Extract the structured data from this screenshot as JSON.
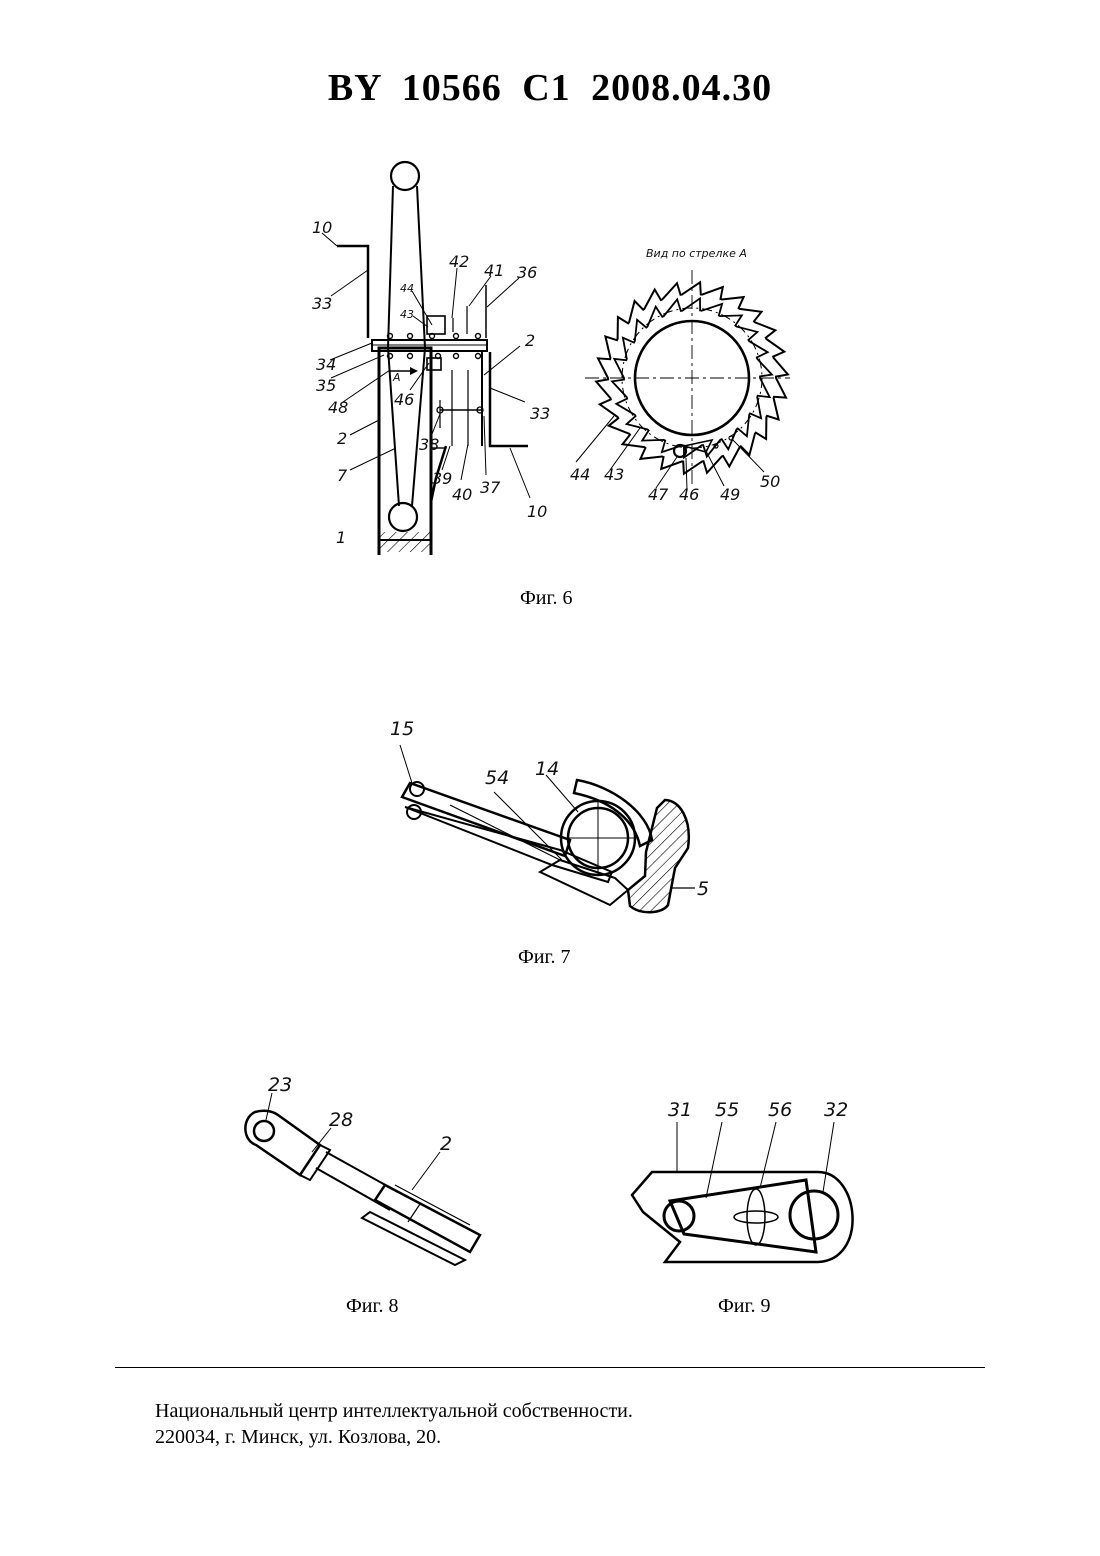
{
  "header": {
    "title": "BY  10566  C1  2008.04.30"
  },
  "figures": {
    "fig6": {
      "caption": "Фиг. 6",
      "view_label": "Вид по стрелке А",
      "arrow_label": "А",
      "labels": [
        "10",
        "33",
        "34",
        "35",
        "48",
        "2",
        "7",
        "1",
        "44",
        "43",
        "42",
        "41",
        "36",
        "46",
        "38",
        "39",
        "40",
        "37",
        "10",
        "33",
        "2"
      ],
      "view_labels": [
        "44",
        "43",
        "47",
        "46",
        "49",
        "50"
      ]
    },
    "fig7": {
      "caption": "Фиг. 7",
      "labels": [
        "15",
        "54",
        "14",
        "5"
      ]
    },
    "fig8": {
      "caption": "Фиг. 8",
      "labels": [
        "23",
        "28",
        "2"
      ]
    },
    "fig9": {
      "caption": "Фиг. 9",
      "labels": [
        "31",
        "55",
        "56",
        "32"
      ]
    }
  },
  "footer": {
    "line1": "Национальный центр интеллектуальной собственности.",
    "line2": "220034, г. Минск, ул. Козлова, 20."
  }
}
